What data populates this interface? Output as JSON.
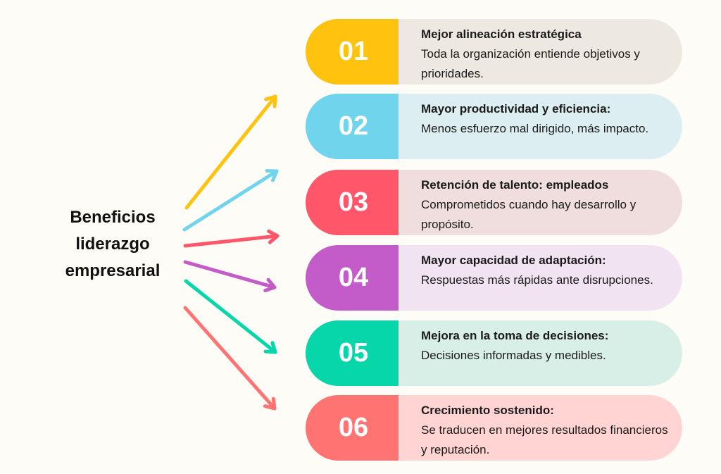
{
  "title": {
    "line1": "Beneficios",
    "line2": "liderazgo",
    "line3": "empresarial"
  },
  "items": [
    {
      "number": "01",
      "heading": "Mejor alineación estratégica",
      "text": "Toda la organización entiende objetivos y prioridades.",
      "color": "#FFC20E",
      "bg": "#EDE9E2"
    },
    {
      "number": "02",
      "heading": "Mayor productividad y eficiencia:",
      "text": "Menos esfuerzo mal dirigido, más impacto.",
      "color": "#70D4EC",
      "bg": "#DDEEF2"
    },
    {
      "number": "03",
      "heading": "Retención de talento: empleados",
      "text": "Comprometidos cuando hay desarrollo y propósito.",
      "color": "#FF566A",
      "bg": "#EFDEDD"
    },
    {
      "number": "04",
      "heading": "Mayor capacidad de adaptación:",
      "text": "Respuestas más rápidas ante disrupciones.",
      "color": "#C35BC8",
      "bg": "#F1E3F2"
    },
    {
      "number": "05",
      "heading": "Mejora en la toma de decisiones:",
      "text": "Decisiones informadas y medibles.",
      "color": "#06D6A9",
      "bg": "#D8EFE8"
    },
    {
      "number": "06",
      "heading": "Crecimiento sostenido:",
      "text": "Se traducen en mejores resultados financieros y reputación.",
      "color": "#FF7473",
      "bg": "#FFD4D2"
    }
  ]
}
